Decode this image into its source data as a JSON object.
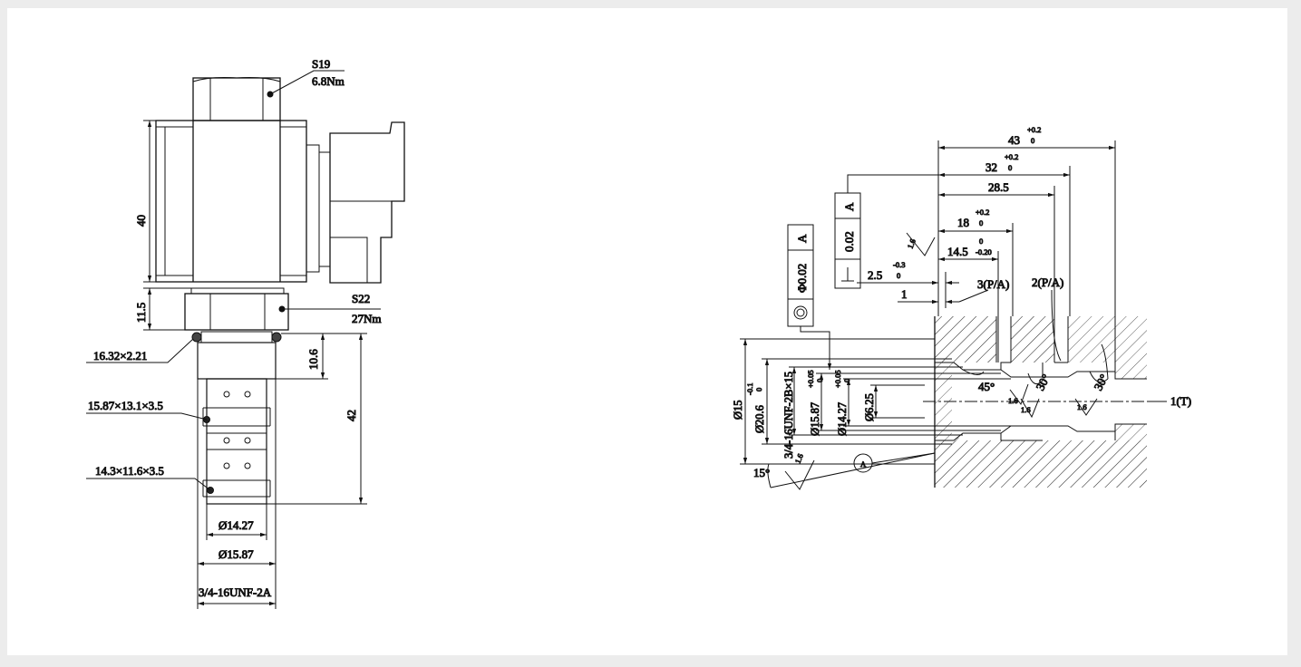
{
  "left_view": {
    "hex_top": {
      "size": "S19",
      "torque": "6.8Nm"
    },
    "hex_mid": {
      "size": "S22",
      "torque": "27Nm"
    },
    "dim_coil_height": "40",
    "dim_hex_height": "11.5",
    "dim_top_section": "10.6",
    "dim_cartridge_length": "42",
    "oring_1": "16.32×2.21",
    "oring_2": "15.87×13.1×3.5",
    "oring_3": "14.3×11.6×3.5",
    "dia_1": "Ø14.27",
    "dia_2": "Ø15.87",
    "thread": "3/4-16UNF-2A"
  },
  "right_view": {
    "dim_43": "43",
    "tol_43_upper": "+0.2",
    "tol_43_lower": "0",
    "dim_32": "32",
    "tol_32_upper": "+0.2",
    "tol_32_lower": "0",
    "dim_28_5": "28.5",
    "dim_18": "18",
    "tol_18_upper": "+0.2",
    "tol_18_lower": "0",
    "dim_14_5": "14.5",
    "tol_14_5_upper": "0",
    "tol_14_5_lower": "-0.20",
    "dim_2_5": "2.5",
    "tol_2_5_upper": "-0.3",
    "tol_2_5_lower": "0",
    "dim_1": "1",
    "port_3": "3(P/A)",
    "port_2": "2(P/A)",
    "port_1": "1(T)",
    "perp_tol": "0.02",
    "perp_datum": "A",
    "pos_tol": "Φ0.02",
    "pos_datum": "A",
    "rough_1": "1.6",
    "rough_2": "1.6",
    "rough_3": "1.6",
    "rough_4": "1.6",
    "rough_5": "1.6",
    "angle_45": "45°",
    "angle_30a": "30°",
    "angle_30b": "30°",
    "angle_15": "15°",
    "dia_15": "Ø15",
    "dia_20_6": "Ø20.6",
    "tol_20_6_upper": "-0.1",
    "tol_20_6_lower": "0",
    "thread": "3/4-16UNF-2B×15",
    "dia_15_87": "Ø15.87",
    "tol_15_87_upper": "+0.05",
    "tol_15_87_lower": "0",
    "dia_14_27": "Ø14.27",
    "tol_14_27_upper": "+0.05",
    "tol_14_27_lower": "0",
    "dia_6_25": "Ø6.25",
    "datum": "A"
  }
}
